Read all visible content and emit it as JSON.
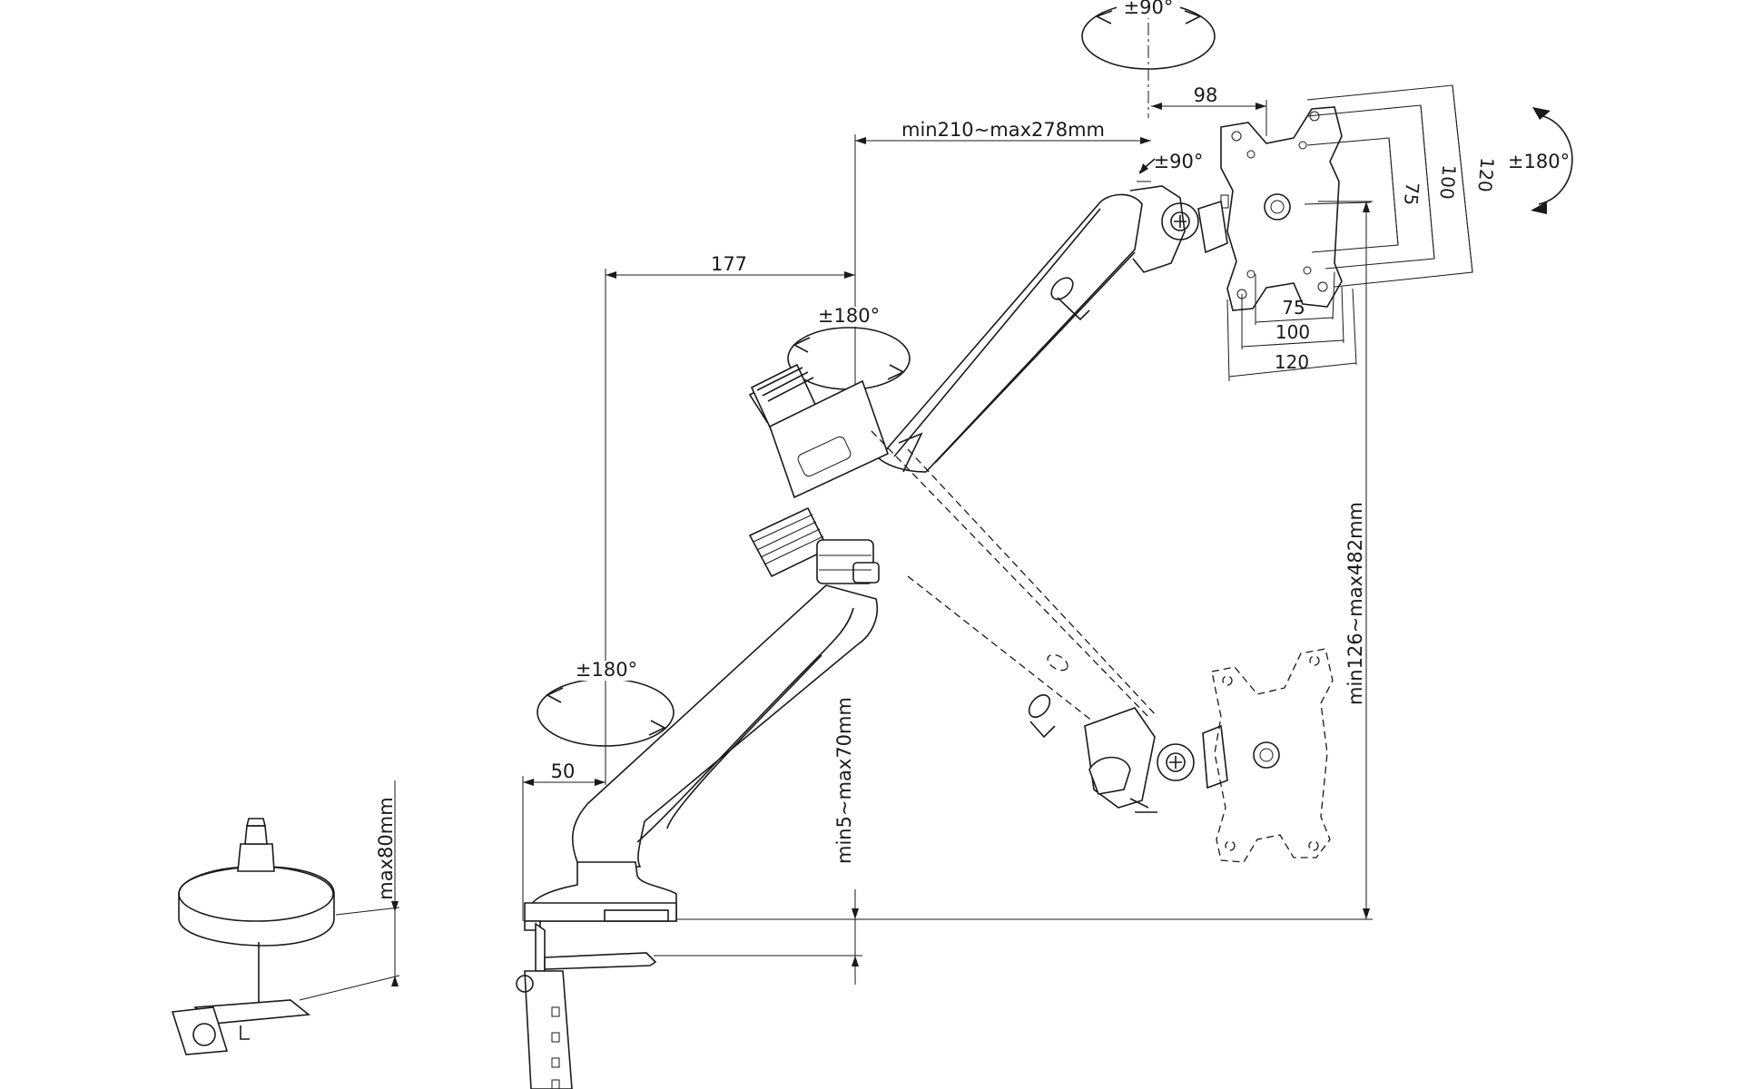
{
  "labels": {
    "top_swivel": "±90°",
    "tilt": "±90°",
    "right_rotation": "±180°",
    "mid_swivel": "±180°",
    "base_swivel": "±180°",
    "offset_98": "98",
    "reach": "min210~max278mm",
    "offset_177": "177",
    "offset_50": "50",
    "height": "min126~max482mm",
    "desk_thickness": "min5~max70mm",
    "grommet_thickness": "max80mm",
    "vesa_h_75": "75",
    "vesa_h_100": "100",
    "vesa_h_120": "120",
    "vesa_v_75": "75",
    "vesa_v_100": "100",
    "vesa_v_120": "120"
  },
  "colors": {
    "line": "#1a1a1a",
    "background": "#ffffff"
  }
}
